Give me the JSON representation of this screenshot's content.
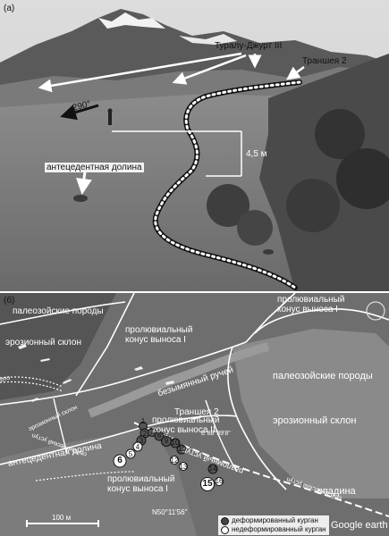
{
  "panel_a": {
    "tag": "(а)",
    "labels": {
      "turalu": "Туралу-Джурт III",
      "trench": "Траншея 2",
      "bearing": "290°",
      "height": "4,5 м",
      "valley": "антецедентная долина"
    }
  },
  "panel_b": {
    "tag": "(б)",
    "labels": {
      "paleozoic_left": "палеозойские породы",
      "erosion_left": "эрозионный склон",
      "fan1_top": "пролювиальный\nконус выноса I",
      "fan1_right": "пролювиальный\nконус выноса I",
      "paleozoic_right": "палеозойские породы",
      "erosion_right": "эрозионный склон",
      "stream": "безымянный ручей",
      "trench": "Траншея 2",
      "fan2": "пролювиальный\nконус выноса II",
      "fan1_bottom": "пролювиальный\nконус выноса I",
      "valley": "антецедентная долина",
      "erosion_small": "эрозионный склон",
      "ledge1": "сейсмический уступ",
      "ledge2": "разломный уступ",
      "ledge3": "сейсмический уступ",
      "ledge4": "сейсмический уступ",
      "depression": "впадина",
      "coord_e": "E 88°39'8\"",
      "coord_n": "N50°11'56\"",
      "scale": "100 м",
      "watermark": "Google earth"
    },
    "kurgans": [
      "1",
      "2",
      "3",
      "4",
      "5",
      "6",
      "7",
      "8",
      "9",
      "10",
      "11",
      "12",
      "13",
      "14",
      "15",
      "16"
    ],
    "legend": {
      "deformed": "деформированный курган",
      "undeformed": "недеформированный курган"
    }
  }
}
